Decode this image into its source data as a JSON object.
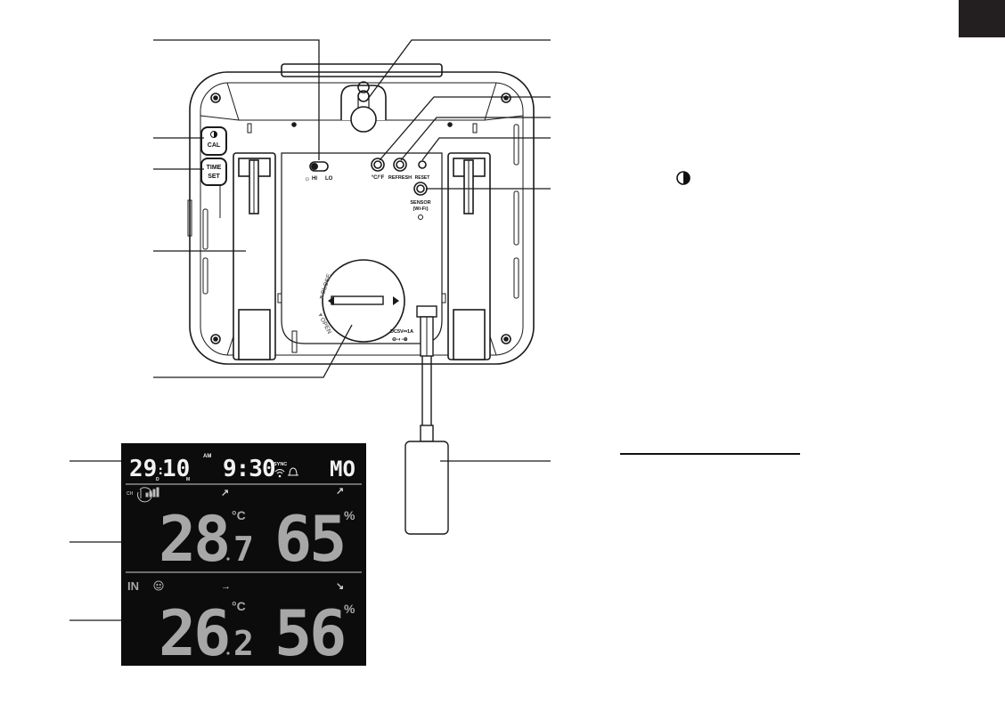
{
  "colors": {
    "page_tab": "#231f20",
    "lcd_bg": "#0c0c0c",
    "lcd_bright": "#f2f2f2",
    "lcd_dim": "#a7a7a7",
    "lines": "#1a1a1a"
  },
  "device_back": {
    "buttons": {
      "backlight_icon": "half-moon-icon",
      "cal_label": "CAL",
      "time_label": "TIME",
      "set_label": "SET",
      "unit_label": "°C/°F",
      "refresh_label": "REFRESH",
      "reset_label": "RESET",
      "sensor_label": "SENSOR",
      "wifi_label": "(Wi-Fi)"
    },
    "switch": {
      "hi_label": "HI",
      "lo_label": "LO"
    },
    "battery": {
      "close_label": "▼CLOSE",
      "open_label": "▼OPEN"
    },
    "power": {
      "dc_label": "DC5V⎓1A"
    }
  },
  "lcd": {
    "date": {
      "day": "29",
      "month": "10",
      "day_suffix": "D",
      "month_suffix": "M"
    },
    "ampm": "AM",
    "time": "9:30",
    "sync_label": "SYNC",
    "weekday": "MO",
    "outdoor": {
      "channel_label": "CH",
      "temperature_int": "28",
      "temperature_dec": "7",
      "temperature_unit": "°C",
      "humidity": "65",
      "humidity_unit": "%"
    },
    "indoor": {
      "label": "IN",
      "temperature_int": "26",
      "temperature_dec": "2",
      "temperature_unit": "°C",
      "humidity": "56",
      "humidity_unit": "%"
    }
  },
  "icons": {
    "backlight_legend": "half-moon-icon",
    "comfort": "smiley-icon",
    "wifi": "wifi-icon",
    "alarm": "bell-icon",
    "signal": "signal-bars-icon"
  }
}
